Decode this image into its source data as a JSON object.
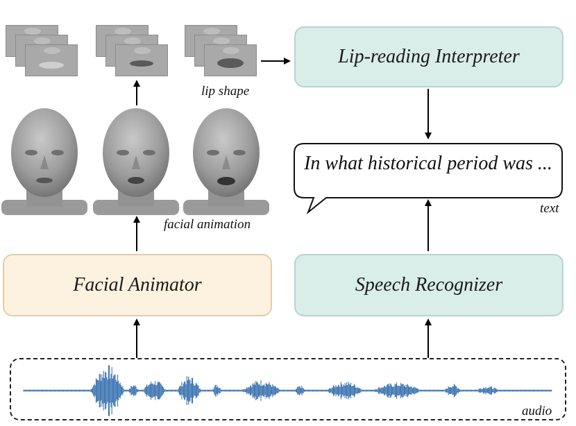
{
  "nodes": {
    "lip_reading_interpreter": "Lip-reading Interpreter",
    "facial_animator": "Facial Animator",
    "speech_recognizer": "Speech Recognizer"
  },
  "speech_bubble": {
    "text": "In what historical period was ..."
  },
  "labels": {
    "lip_shape": "lip shape",
    "facial_animation": "facial animation",
    "text": "text",
    "audio": "audio"
  },
  "colors": {
    "teal_fill": "#d9ede9",
    "teal_border": "#b6d4d1",
    "cream_fill": "#fdf1df",
    "cream_border": "#e0cfaa",
    "waveform": "#2f6bab",
    "face_gray": "#9a9a9a"
  },
  "icons": [
    "face-render-icon",
    "lip-shape-thumbnail-icon",
    "audio-waveform-icon"
  ]
}
